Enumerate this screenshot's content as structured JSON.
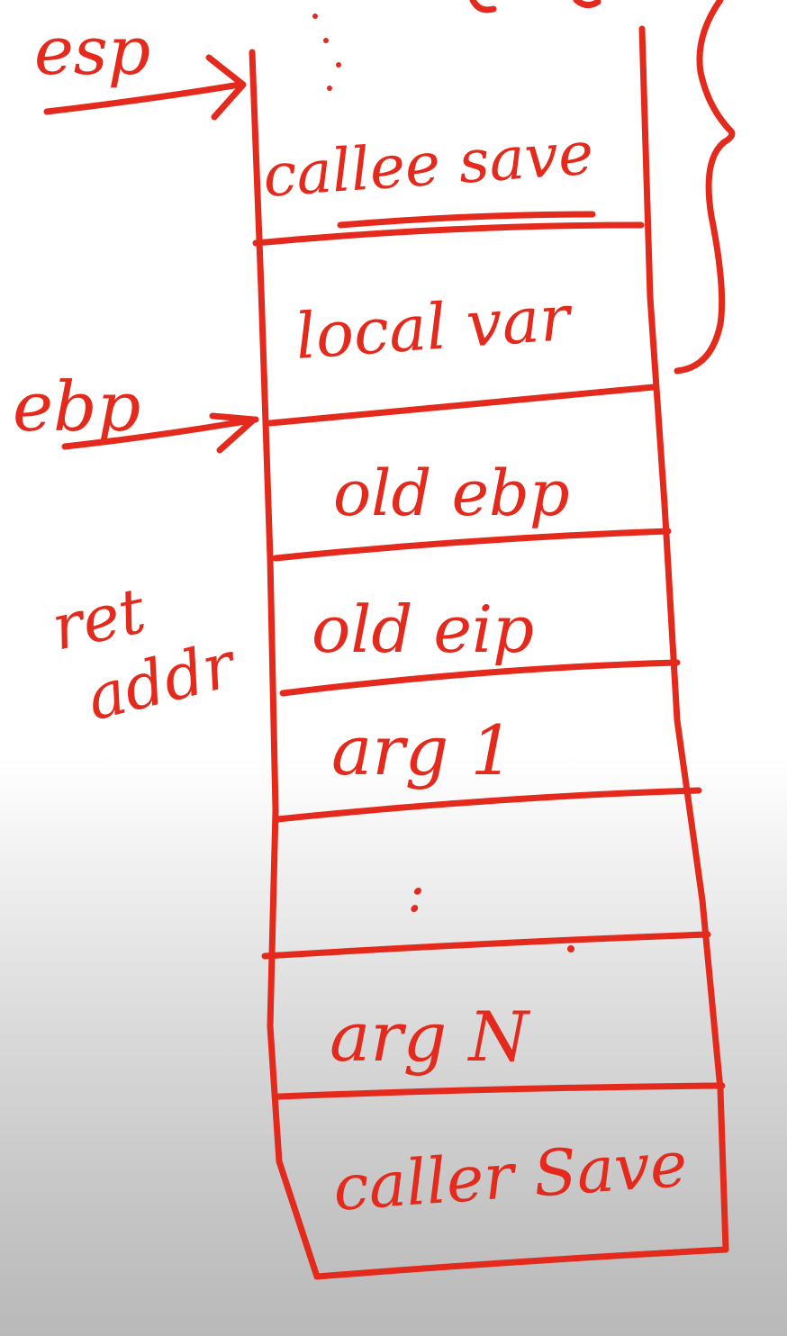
{
  "diagram": {
    "pointers": {
      "esp": "esp",
      "ebp": "ebp",
      "ret_addr": [
        "ret",
        "addr"
      ]
    },
    "stack_cells": [
      "callee save",
      "local var",
      "old ebp",
      "old eip",
      "arg 1",
      ":",
      "arg N",
      "caller Save"
    ],
    "top_ellipsis": "⋮",
    "colors": {
      "ink": "#e32a1c",
      "background_top": "#ffffff",
      "background_bottom": "#b9b9b9"
    }
  }
}
